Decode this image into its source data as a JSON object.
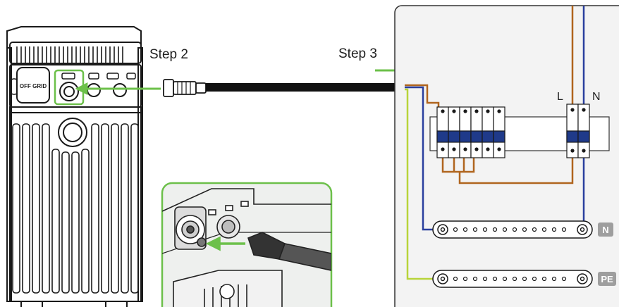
{
  "labels": {
    "step2": "Step 2",
    "step3": "Step 3",
    "off_grid": "OFF GRID",
    "line": "L",
    "neutral": "N",
    "n_bar": "N",
    "pe_bar": "PE"
  },
  "colors": {
    "accent_green": "#6cc04a",
    "wire_brown": "#b0651e",
    "wire_blue": "#2a3f9e",
    "wire_earth": "#b8d43a",
    "cable_black": "#111111",
    "outline": "#1a1a1a",
    "tag_gray": "#9e9e9e"
  },
  "icons": [
    "arrow-right-icon"
  ]
}
